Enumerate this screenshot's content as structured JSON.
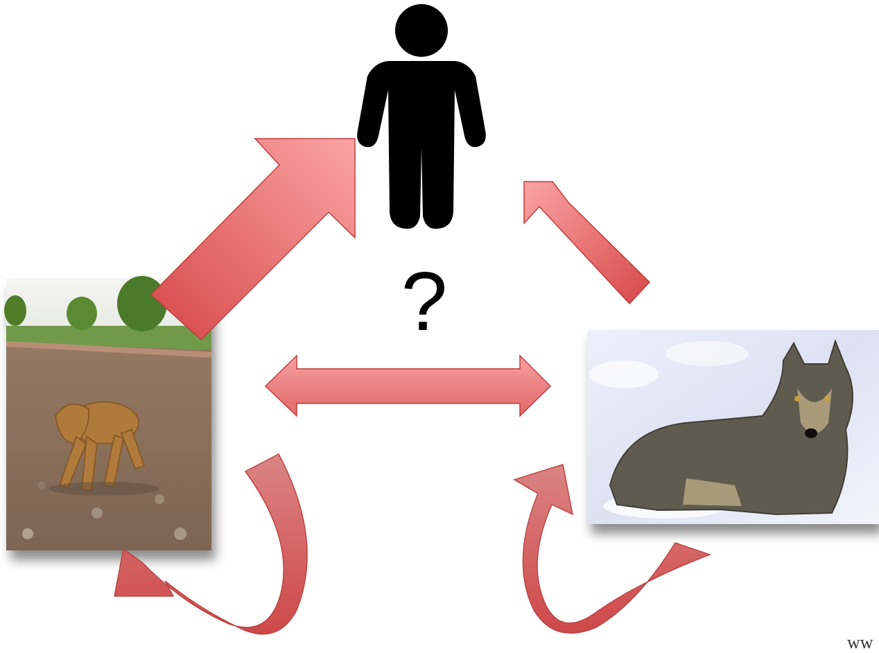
{
  "diagram": {
    "center_label": "?",
    "watermark": "ww",
    "nodes": [
      {
        "id": "human",
        "icon": "person-icon"
      },
      {
        "id": "dog",
        "icon": "dog-photo"
      },
      {
        "id": "wolf",
        "icon": "wolf-photo"
      }
    ],
    "arrows": [
      {
        "from": "dog",
        "to": "human"
      },
      {
        "from": "wolf",
        "to": "human"
      },
      {
        "from": "dog",
        "to": "wolf",
        "bidirectional": true
      },
      {
        "from": "dog",
        "to": "dog",
        "type": "self-loop"
      },
      {
        "from": "wolf",
        "to": "wolf",
        "type": "self-loop"
      }
    ],
    "colors": {
      "arrow_light": "#f7a3a3",
      "arrow_dark": "#d64848",
      "arrow_stroke": "#c23b3b"
    }
  }
}
